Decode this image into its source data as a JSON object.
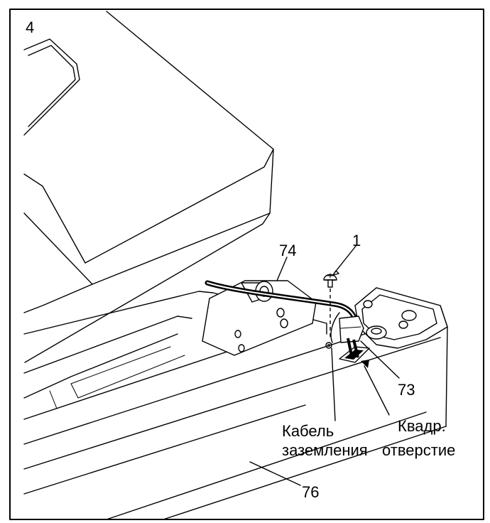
{
  "step_number": "4",
  "callouts": {
    "screw": "1",
    "cable": "74",
    "bracket": "73",
    "frame_part": "76",
    "ground_cable_line1": "Кабель",
    "ground_cable_line2": "заземления",
    "square_hole_line1": "Квадр.",
    "square_hole_line2": "отверстие"
  }
}
